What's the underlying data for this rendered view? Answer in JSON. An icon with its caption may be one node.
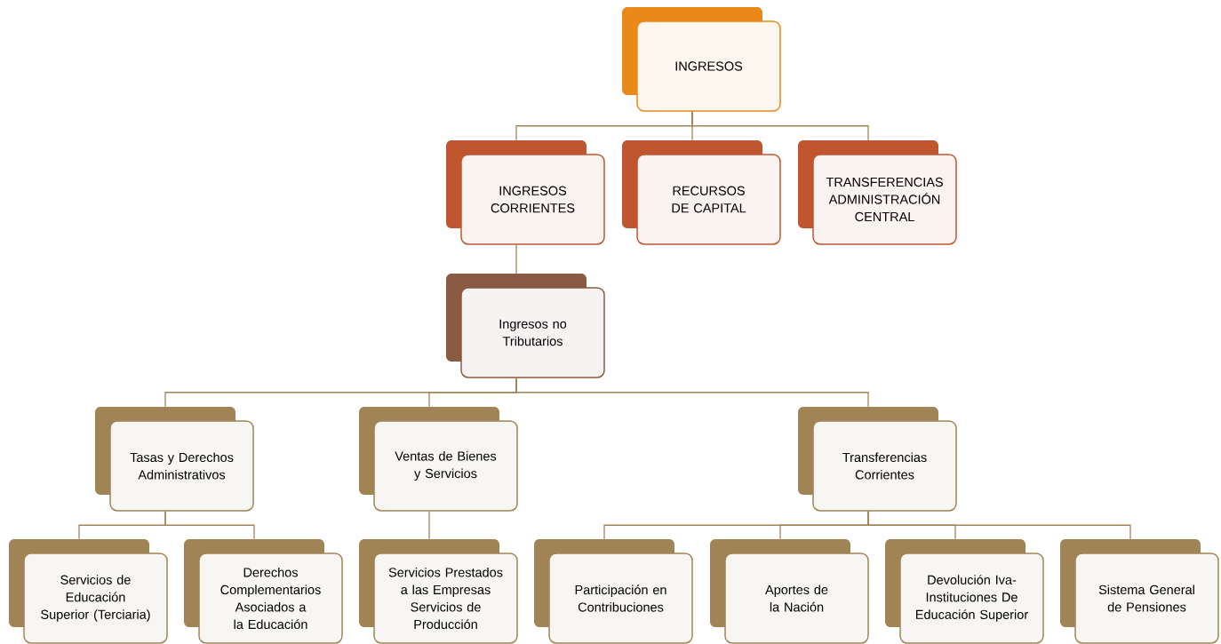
{
  "diagram": {
    "nodes": [
      {
        "text": [
          "INGRESOS"
        ]
      },
      {
        "text": [
          "INGRESOS CORRIENTES"
        ]
      },
      {
        "text": [
          "RECURSOS DE CAPITAL"
        ]
      },
      {
        "text": [
          "TRANSFERENCIAS ADMINISTRACIÓN CENTRAL"
        ]
      },
      {
        "text": [
          "Ingresos no Tributarios"
        ]
      },
      {
        "text": [
          "Tasas y Derechos Administrativos"
        ]
      },
      {
        "text": [
          "Ventas de Bienes y Servicios"
        ]
      },
      {
        "text": [
          "Transferencias Corrientes"
        ]
      },
      {
        "text": [
          "Servicios de Educación Superior (Terciaria)"
        ]
      },
      {
        "text": [
          "Derechos Complementarios Asociados a la Educación"
        ]
      },
      {
        "text": [
          "Servicios Prestados a las Empresas Servicios de Producción"
        ]
      },
      {
        "text": [
          "Participación en Contribuciones"
        ]
      },
      {
        "text": [
          "Aportes de la Nación"
        ]
      },
      {
        "text": [
          "Devolución Iva-Instituciones De Educación Superior"
        ]
      },
      {
        "text": [
          "Sistema General de Pensiones"
        ]
      }
    ],
    "edges": [
      {
        "from": 0,
        "to": 1,
        "arrow": "none"
      },
      {
        "from": 0,
        "to": 2,
        "arrow": "none"
      },
      {
        "from": 0,
        "to": 3,
        "arrow": "none"
      },
      {
        "from": 1,
        "to": 4,
        "arrow": "none"
      },
      {
        "from": 4,
        "to": 5,
        "arrow": "none"
      },
      {
        "from": 4,
        "to": 6,
        "arrow": "none"
      },
      {
        "from": 4,
        "to": 7,
        "arrow": "none"
      },
      {
        "from": 5,
        "to": 8,
        "arrow": "none"
      },
      {
        "from": 5,
        "to": 9,
        "arrow": "none"
      },
      {
        "from": 6,
        "to": 10,
        "arrow": "none"
      },
      {
        "from": 7,
        "to": 11,
        "arrow": "none"
      },
      {
        "from": 7,
        "to": 12,
        "arrow": "none"
      },
      {
        "from": 7,
        "to": 13,
        "arrow": "none"
      },
      {
        "from": 7,
        "to": 14,
        "arrow": "none"
      }
    ]
  }
}
